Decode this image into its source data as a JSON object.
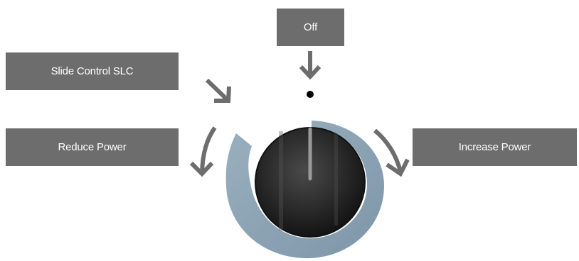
{
  "labels": {
    "off": "Off",
    "slide_control": "Slide Control SLC",
    "reduce_power": "Reduce Power",
    "increase_power": "Increase Power"
  },
  "colors": {
    "label_bg": "#6d6d6d",
    "label_text": "#ffffff",
    "arrow": "#6d6d6d",
    "slide_ring": "#8aa1b1",
    "knob": "#1e1e1e"
  }
}
